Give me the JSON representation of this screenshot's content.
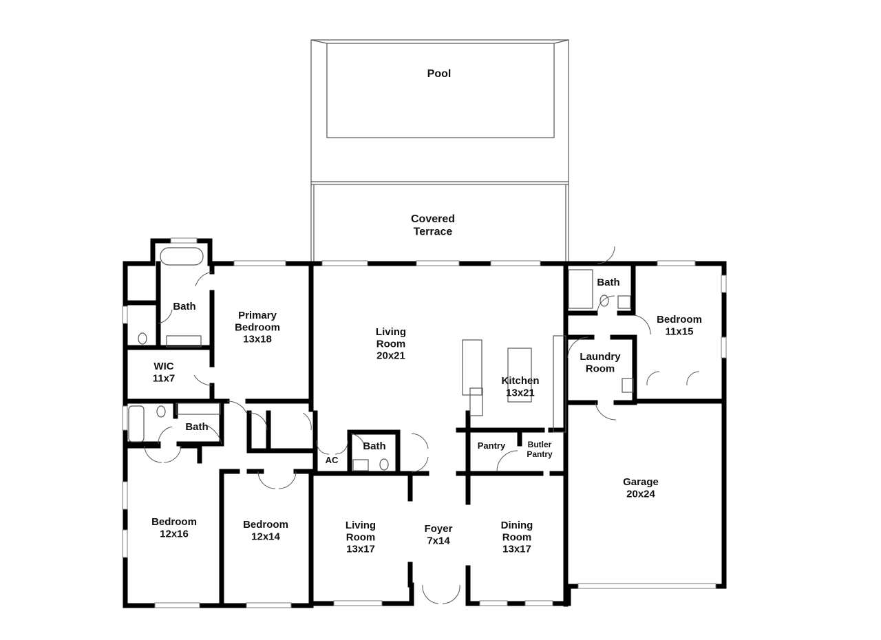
{
  "rooms": [
    {
      "name": "Pool",
      "size": ""
    },
    {
      "name": "Covered Terrace",
      "size": ""
    },
    {
      "name": "Bath",
      "size": ""
    },
    {
      "name": "Primary Bedroom",
      "size": "13x18"
    },
    {
      "name": "WIC",
      "size": "11x7"
    },
    {
      "name": "Bath",
      "size": ""
    },
    {
      "name": "Bedroom",
      "size": "12x16"
    },
    {
      "name": "Bedroom",
      "size": "12x14"
    },
    {
      "name": "Living Room",
      "size": "20x21"
    },
    {
      "name": "AC",
      "size": ""
    },
    {
      "name": "Bath",
      "size": ""
    },
    {
      "name": "Living Room",
      "size": "13x17"
    },
    {
      "name": "Foyer",
      "size": "7x14"
    },
    {
      "name": "Kitchen",
      "size": "13x21"
    },
    {
      "name": "Pantry",
      "size": ""
    },
    {
      "name": "Butler Pantry",
      "size": ""
    },
    {
      "name": "Dining Room",
      "size": "13x17"
    },
    {
      "name": "Bath",
      "size": ""
    },
    {
      "name": "Bedroom",
      "size": "11x15"
    },
    {
      "name": "Laundry Room",
      "size": ""
    },
    {
      "name": "Garage",
      "size": "20x24"
    }
  ]
}
